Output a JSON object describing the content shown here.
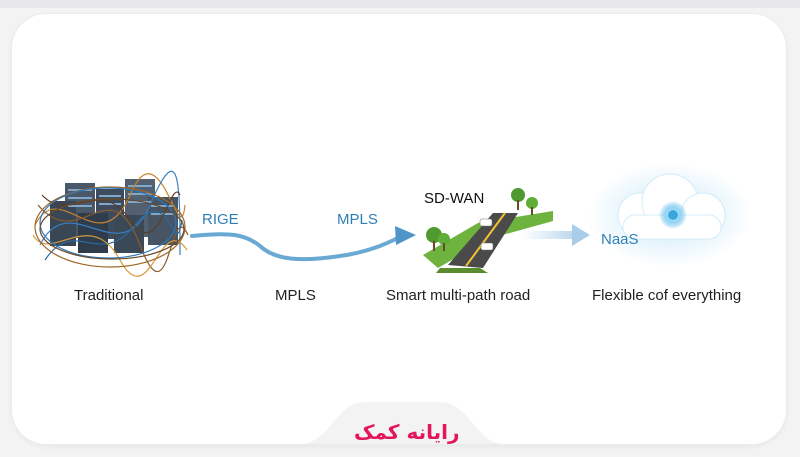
{
  "stages": [
    {
      "id": "traditional",
      "caption": "Traditional"
    },
    {
      "id": "mpls",
      "caption": "MPLS"
    },
    {
      "id": "sdwan",
      "caption": "Smart multi-path road",
      "title": "SD-WAN"
    },
    {
      "id": "naas",
      "caption": "Flexible cof everything",
      "title": "NaaS"
    }
  ],
  "flow_labels": {
    "left": "RIGE",
    "mpls_arrow": "MPLS"
  },
  "brand": {
    "text": "رایانه کمک",
    "color": "#e2155d"
  },
  "colors": {
    "arrow": "#6aa9d4",
    "arrow_fade": "#bcd8ee",
    "road": "#4a4a4a",
    "grass": "#6fb33f",
    "cloud_glow": "#bfe6f8"
  },
  "icons": {
    "traditional": "tangled-servers-icon",
    "sdwan": "road-with-cars-icon",
    "naas": "glowing-cloud-icon"
  }
}
